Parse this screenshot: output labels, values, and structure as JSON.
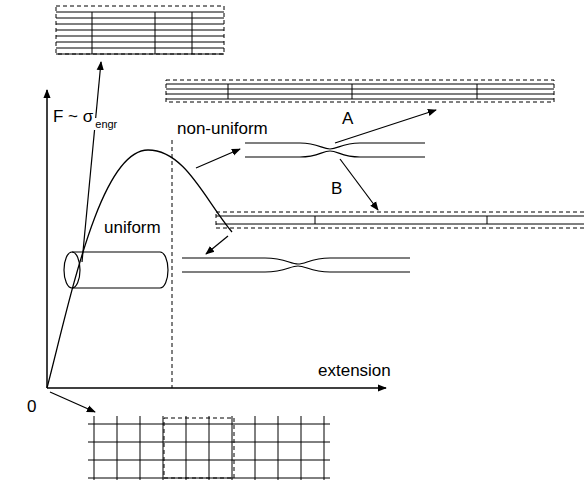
{
  "diagram": {
    "labels": [
      "F ~ σ",
      "engr",
      "uniform",
      "non-uniform",
      "A",
      "B",
      "0",
      "extension"
    ]
  }
}
